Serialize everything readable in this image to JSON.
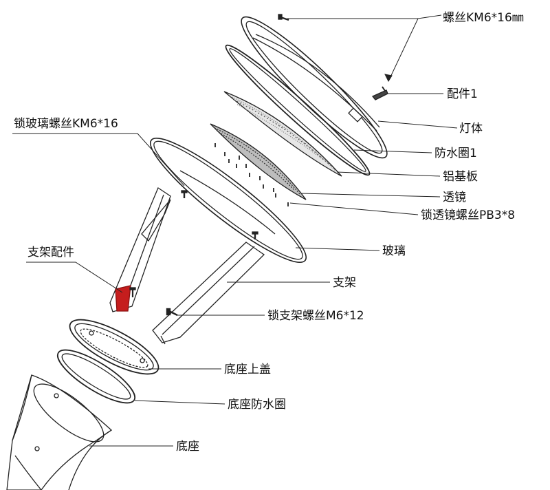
{
  "labels": {
    "screw_top": "螺丝KM6*16㎜",
    "accessory1": "配件1",
    "lamp_body": "灯体",
    "waterproof_ring1": "防水圈1",
    "aluminum_board": "铝基板",
    "lens": "透镜",
    "lens_screw": "锁透镜螺丝PB3*8",
    "glass_screw": "锁玻璃螺丝KM6*16",
    "glass": "玻璃",
    "bracket_accessory": "支架配件",
    "bracket": "支架",
    "bracket_screw": "锁支架螺丝M6*12",
    "base_cover": "底座上盖",
    "base_ring": "底座防水圈",
    "base": "底座"
  },
  "colors": {
    "line": "#222222",
    "accent": "#cc1f1f",
    "text": "#111111"
  }
}
